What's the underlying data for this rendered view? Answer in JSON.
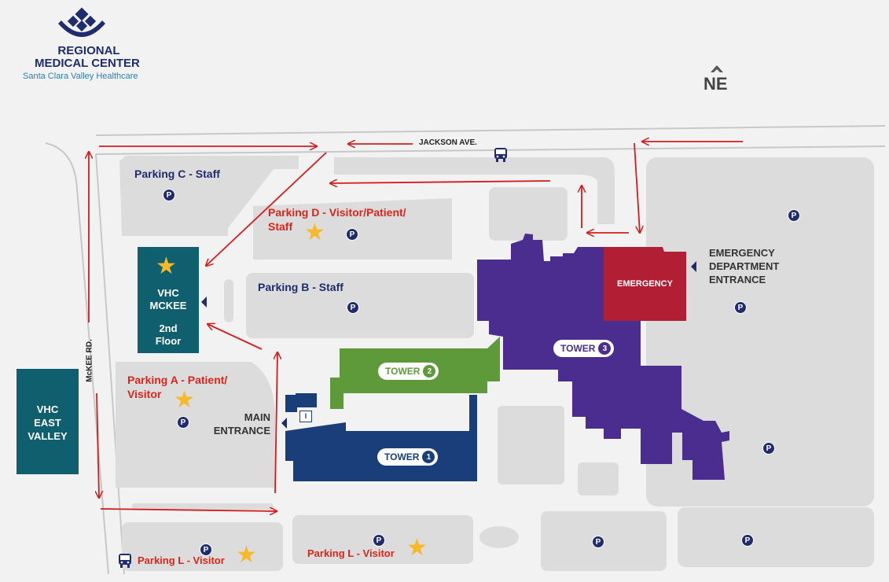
{
  "logo": {
    "line1": "REGIONAL",
    "line2": "MEDICAL CENTER",
    "subtitle": "Santa Clara Valley Healthcare"
  },
  "compass": {
    "label": "NE"
  },
  "streets": {
    "jackson": "JACKSON AVE.",
    "mckee": "McKEE RD."
  },
  "buildings": {
    "vhc_mckee": {
      "line1": "VHC",
      "line2": "MCKEE",
      "line3": "2nd",
      "line4": "Floor"
    },
    "vhc_east_valley": {
      "line1": "VHC",
      "line2": "EAST",
      "line3": "VALLEY"
    },
    "emergency": "EMERGENCY",
    "tower1": {
      "label": "TOWER",
      "num": "1"
    },
    "tower2": {
      "label": "TOWER",
      "num": "2"
    },
    "tower3": {
      "label": "TOWER",
      "num": "3"
    }
  },
  "entrances": {
    "main": {
      "line1": "MAIN",
      "line2": "ENTRANCE"
    },
    "emergency": {
      "line1": "EMERGENCY",
      "line2": "DEPARTMENT",
      "line3": "ENTRANCE"
    },
    "info_marker": "I"
  },
  "parking": {
    "c": "Parking C - Staff",
    "d_line1": "Parking D - Visitor/Patient/",
    "d_line2": "Staff",
    "b": "Parking B - Staff",
    "a_line1": "Parking A - Patient/",
    "a_line2": "Visitor",
    "l_left": "Parking L - Visitor",
    "l_right": "Parking L - Visitor",
    "marker": "P"
  },
  "colors": {
    "navy": "#1f2d6e",
    "red_text": "#d9261c",
    "teal": "#0f5f6e",
    "tower1": "#1a3e7a",
    "tower2": "#5e9a3a",
    "tower3": "#4a2d8e",
    "emergency": "#b21f35",
    "lot": "#dcdcdc",
    "star": "#f5b929",
    "route": "#d41c1c"
  }
}
